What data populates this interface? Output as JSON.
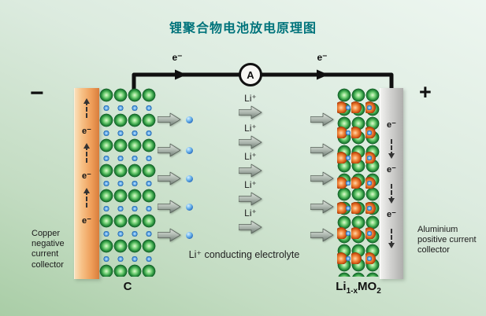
{
  "title": "锂聚合物电池放电原理图",
  "circuit": {
    "electron_left": "e⁻",
    "electron_right": "e⁻",
    "ammeter_label": "A"
  },
  "left_side": {
    "polarity": "−",
    "collector_electrons": [
      "e⁻",
      "e⁻",
      "e⁻"
    ],
    "caption": "Copper negative current collector",
    "electrode_label": "C"
  },
  "right_side": {
    "polarity": "+",
    "collector_electrons": [
      "e⁻",
      "e⁻",
      "e⁻"
    ],
    "caption": "Aluminium positive current collector",
    "electrode_label": {
      "base": "Li",
      "sub1": "1-x",
      "mid": "MO",
      "sub2": "2"
    }
  },
  "electrolyte": {
    "ion_labels": [
      "Li⁺",
      "Li⁺",
      "Li⁺",
      "Li⁺",
      "Li⁺"
    ],
    "caption": "Li⁺ conducting electrolyte"
  },
  "colors": {
    "title_teal": "#00737b",
    "copper": "#ee9d58",
    "aluminium": "#c9c9c7",
    "ion_blue": "#2a6fc0",
    "sphere_green": "#2c9540",
    "sphere_orange": "#f59045",
    "wire_black": "#101010"
  }
}
